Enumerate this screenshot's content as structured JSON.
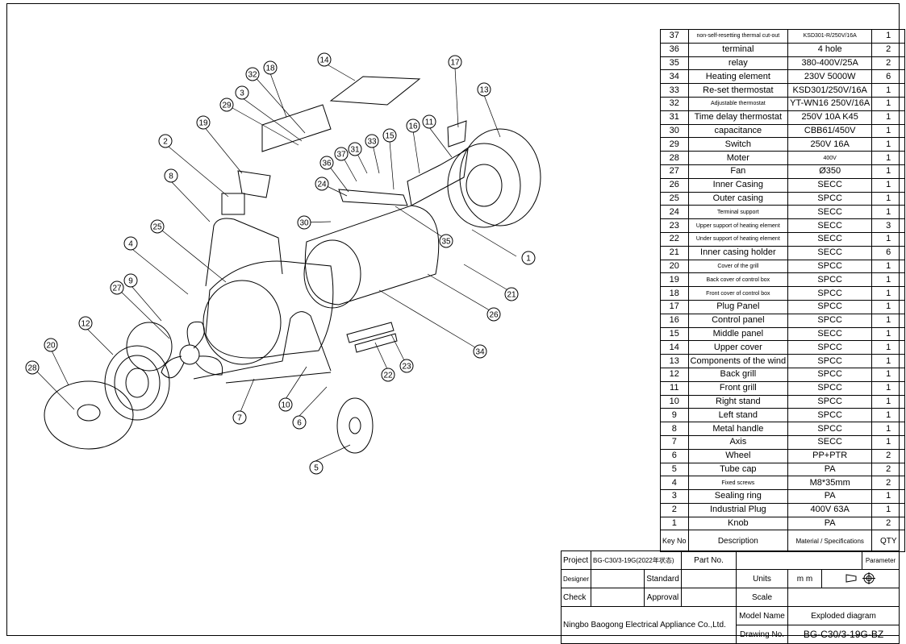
{
  "parts": [
    {
      "no": "37",
      "desc": "non-self-resetting thermal cut-out",
      "mat": "KSD301-R/250V/16A",
      "qty": "1",
      "desc_small": true,
      "mat_small": true
    },
    {
      "no": "36",
      "desc": "terminal",
      "mat": "4 hole",
      "qty": "2"
    },
    {
      "no": "35",
      "desc": "relay",
      "mat": "380-400V/25A",
      "qty": "2"
    },
    {
      "no": "34",
      "desc": "Heating element",
      "mat": "230V 5000W",
      "qty": "6"
    },
    {
      "no": "33",
      "desc": "Re-set thermostat",
      "mat": "KSD301/250V/16A",
      "qty": "1"
    },
    {
      "no": "32",
      "desc": "Adjustable thermostat",
      "mat": "YT-WN16 250V/16A",
      "qty": "1",
      "desc_small": true
    },
    {
      "no": "31",
      "desc": "Time delay thermostat",
      "mat": "250V 10A K45",
      "qty": "1"
    },
    {
      "no": "30",
      "desc": "capacitance",
      "mat": "CBB61/450V",
      "qty": "1"
    },
    {
      "no": "29",
      "desc": "Switch",
      "mat": "250V 16A",
      "qty": "1"
    },
    {
      "no": "28",
      "desc": "Moter",
      "mat": "400V",
      "qty": "1",
      "mat_small": true
    },
    {
      "no": "27",
      "desc": "Fan",
      "mat": "Ø350",
      "qty": "1"
    },
    {
      "no": "26",
      "desc": "Inner Casing",
      "mat": "SECC",
      "qty": "1"
    },
    {
      "no": "25",
      "desc": "Outer casing",
      "mat": "SPCC",
      "qty": "1"
    },
    {
      "no": "24",
      "desc": "Terminal support",
      "mat": "SECC",
      "qty": "1",
      "desc_small": true
    },
    {
      "no": "23",
      "desc": "Upper support of heating element",
      "mat": "SECC",
      "qty": "3",
      "desc_small": true
    },
    {
      "no": "22",
      "desc": "Under support of heating element",
      "mat": "SECC",
      "qty": "1",
      "desc_small": true
    },
    {
      "no": "21",
      "desc": "Inner casing holder",
      "mat": "SECC",
      "qty": "6"
    },
    {
      "no": "20",
      "desc": "Cover of the grill",
      "mat": "SPCC",
      "qty": "1",
      "desc_small": true
    },
    {
      "no": "19",
      "desc": "Back cover of control box",
      "mat": "SPCC",
      "qty": "1",
      "desc_small": true
    },
    {
      "no": "18",
      "desc": "Front cover of control box",
      "mat": "SPCC",
      "qty": "1",
      "desc_small": true
    },
    {
      "no": "17",
      "desc": "Plug Panel",
      "mat": "SPCC",
      "qty": "1"
    },
    {
      "no": "16",
      "desc": "Control panel",
      "mat": "SPCC",
      "qty": "1"
    },
    {
      "no": "15",
      "desc": "Middle panel",
      "mat": "SECC",
      "qty": "1"
    },
    {
      "no": "14",
      "desc": "Upper cover",
      "mat": "SPCC",
      "qty": "1"
    },
    {
      "no": "13",
      "desc": "Components of the wind",
      "mat": "SPCC",
      "qty": "1"
    },
    {
      "no": "12",
      "desc": "Back grill",
      "mat": "SPCC",
      "qty": "1"
    },
    {
      "no": "11",
      "desc": "Front grill",
      "mat": "SPCC",
      "qty": "1"
    },
    {
      "no": "10",
      "desc": "Right stand",
      "mat": "SPCC",
      "qty": "1"
    },
    {
      "no": "9",
      "desc": "Left stand",
      "mat": "SPCC",
      "qty": "1"
    },
    {
      "no": "8",
      "desc": "Metal handle",
      "mat": "SPCC",
      "qty": "1"
    },
    {
      "no": "7",
      "desc": "Axis",
      "mat": "SECC",
      "qty": "1"
    },
    {
      "no": "6",
      "desc": "Wheel",
      "mat": "PP+PTR",
      "qty": "2"
    },
    {
      "no": "5",
      "desc": "Tube cap",
      "mat": "PA",
      "qty": "2"
    },
    {
      "no": "4",
      "desc": "Fixed screws",
      "mat": "M8*35mm",
      "qty": "2",
      "desc_small": true
    },
    {
      "no": "3",
      "desc": "Sealing ring",
      "mat": "PA",
      "qty": "1"
    },
    {
      "no": "2",
      "desc": "Industrial Plug",
      "mat": "400V 63A",
      "qty": "1"
    },
    {
      "no": "1",
      "desc": "Knob",
      "mat": "PA",
      "qty": "2"
    }
  ],
  "bom_header": {
    "no": "Key No",
    "desc": "Description",
    "mat": "Material / Specifications",
    "qty": "QTY"
  },
  "title_block": {
    "project_label": "Project",
    "project_value": "BG-C30/3-19G(2022年状态)",
    "part_no_label": "Part No.",
    "parameter_label": "Parameter",
    "designer_label": "Designer",
    "standard_label": "Standard",
    "units_label": "Units",
    "units_value": "m m",
    "check_label": "Check",
    "approval_label": "Approval",
    "scale_label": "Scale",
    "company": "Ningbo Baogong Electrical Appliance Co.,Ltd.",
    "model_name_label": "Model Name",
    "model_name_value": "Exploded diagram",
    "drawing_no_label": "Drawing No.",
    "drawing_no_value": "BG-C30/3-19G-BZ"
  },
  "balloons": [
    "1",
    "2",
    "3",
    "4",
    "5",
    "6",
    "7",
    "8",
    "9",
    "10",
    "11",
    "12",
    "13",
    "14",
    "15",
    "16",
    "17",
    "18",
    "19",
    "20",
    "21",
    "22",
    "23",
    "24",
    "25",
    "26",
    "27",
    "28",
    "29",
    "30",
    "31",
    "32",
    "33",
    "34",
    "35",
    "36",
    "37"
  ]
}
